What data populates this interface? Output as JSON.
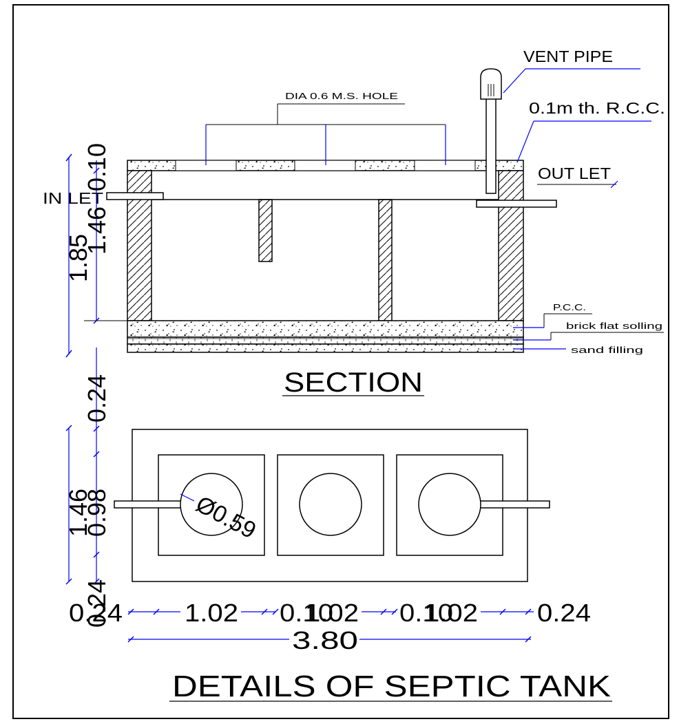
{
  "title": "DETAILS OF SEPTIC TANK",
  "section_title": "SECTION",
  "labels": {
    "vent_pipe": "VENT PIPE",
    "dia_hole": "DIA 0.6 M.S. HOLE",
    "rcc": "0.1m th. R.C.C.",
    "out_let": "OUT LET",
    "in_let": "IN LET",
    "pcc": "P.C.C.",
    "brick_flat_solling": "brick flat solling",
    "sand_filling": "sand filling"
  },
  "section_dims": {
    "slab": "0.10",
    "inner_height": "1.46",
    "overall": "1.85"
  },
  "plan_dims": {
    "wall_top": "0.24",
    "inner_width": "0.98",
    "overall_width": "1.46",
    "wall_bottom": "0.24",
    "circle": "Ø0.59"
  },
  "length_dims": {
    "left_wall": "0.24",
    "chamber1": "1.02",
    "partition1": "0.10",
    "chamber2": "1.02",
    "partition2": "0.10",
    "chamber3": "1.02",
    "right_wall": "0.24",
    "total": "3.80"
  },
  "colors": {
    "line": "#000000",
    "dimension": "#0000ff"
  }
}
